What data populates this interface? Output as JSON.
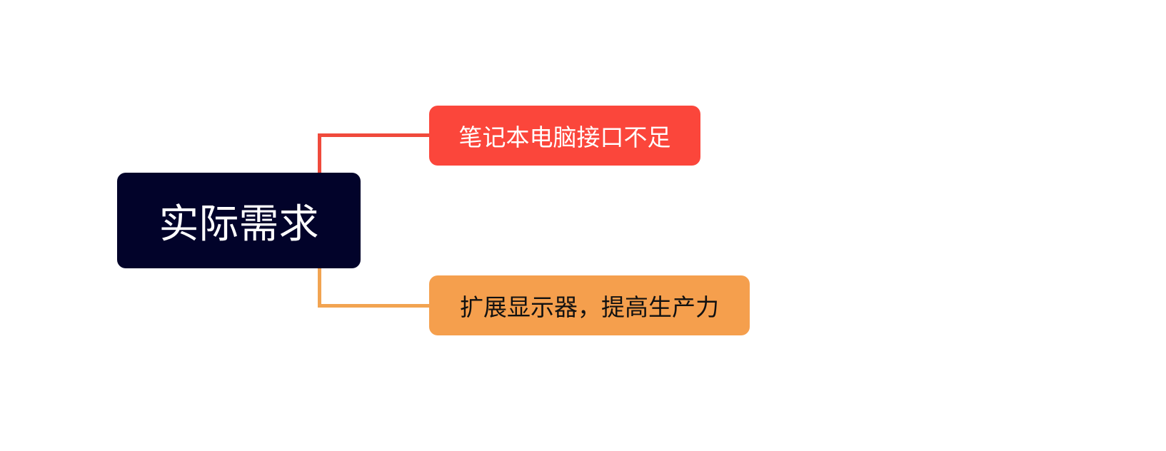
{
  "mindmap": {
    "root": {
      "label": "实际需求",
      "color": "#02032a",
      "text_color": "#ffffff"
    },
    "children": [
      {
        "label": "笔记本电脑接口不足",
        "color": "#fb463b",
        "text_color": "#ffffff",
        "connector_color": "#f04a3c"
      },
      {
        "label": "扩展显示器，提高生产力",
        "color": "#f59f4d",
        "text_color": "#111111",
        "connector_color": "#f2a451"
      }
    ]
  }
}
